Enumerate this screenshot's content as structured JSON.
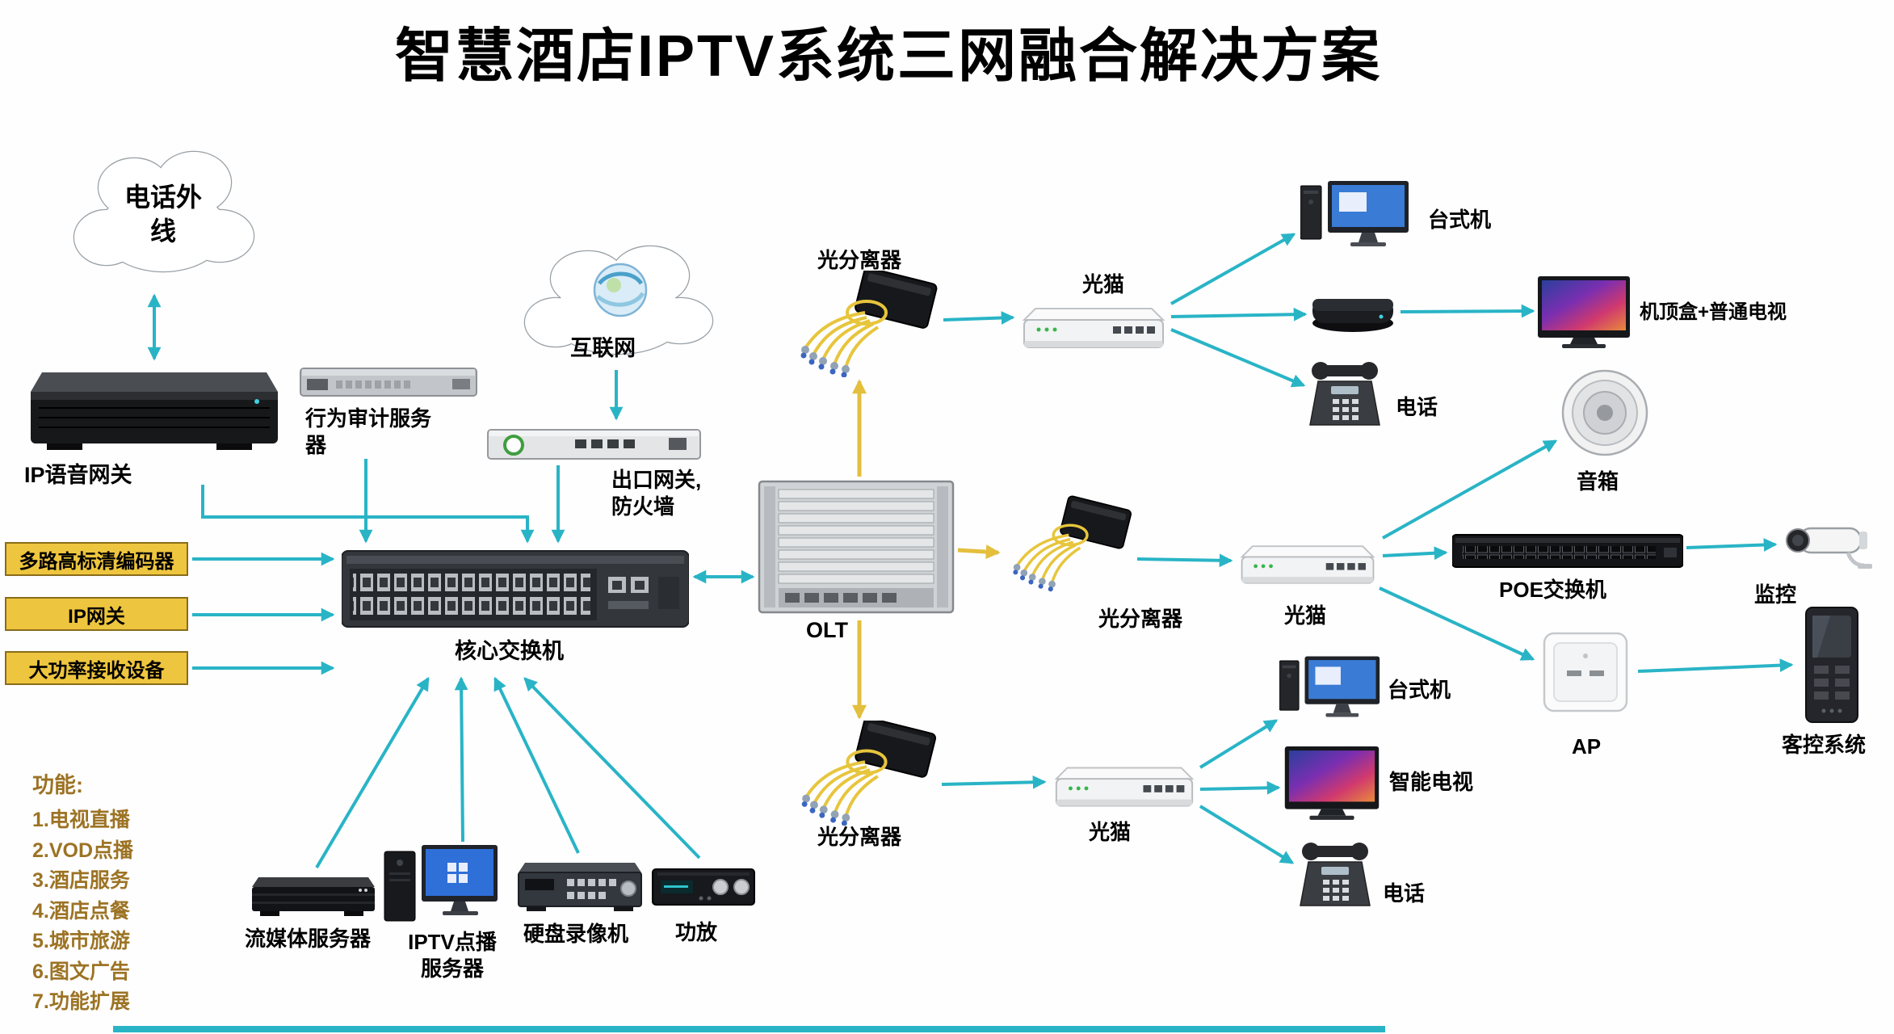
{
  "title": "智慧酒店IPTV系统三网融合解决方案",
  "labels": {
    "cloud_phone": "电话外\n线",
    "cloud_internet": "互联网",
    "ip_voice_gateway": "IP语音网关",
    "behavior_audit_server": "行为审计服务\n器",
    "exit_gateway_firewall": "出口网关,\n防火墙",
    "encoder": "多路高标清编码器",
    "ip_gateway": "IP网关",
    "high_power_receiver": "大功率接收设备",
    "core_switch": "核心交换机",
    "olt": "OLT",
    "splitter_top": "光分离器",
    "splitter_mid": "光分离器",
    "splitter_bottom": "光分离器",
    "modem_top": "光猫",
    "modem_mid": "光猫",
    "modem_bottom": "光猫",
    "desktop_top": "台式机",
    "stb_tv": "机顶盒+普通电视",
    "phone_top": "电话",
    "speaker": "音箱",
    "poe_switch": "POE交换机",
    "camera": "监控",
    "ap": "AP",
    "guest_control": "客控系统",
    "desktop_bottom": "台式机",
    "smart_tv": "智能电视",
    "phone_bottom": "电话",
    "streaming_server": "流媒体服务器",
    "iptv_vod_server": "IPTV点播\n服务器",
    "dvr": "硬盘录像机",
    "amplifier": "功放"
  },
  "functions": {
    "title": "功能:",
    "items": [
      "1.电视直播",
      "2.VOD点播",
      "3.酒店服务",
      "4.酒店点餐",
      "5.城市旅游",
      "6.图文广告",
      "7.功能扩展"
    ]
  },
  "colors": {
    "arrow_cyan": "#29b4c6",
    "arrow_yellow": "#e4bf3e",
    "label_box_bg": "#eec53e",
    "functions_text": "#9c7324",
    "title_text": "#000000"
  }
}
